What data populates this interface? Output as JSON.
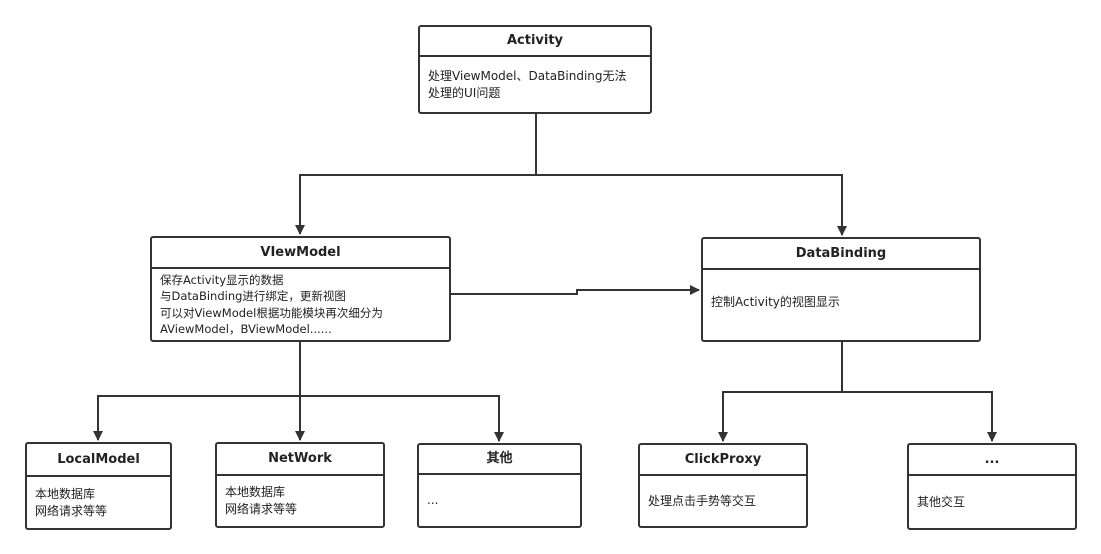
{
  "nodes": {
    "activity": {
      "title": "Activity",
      "lines": [
        "处理ViewModel、DataBinding无法",
        "处理的UI问题"
      ]
    },
    "viewmodel": {
      "title": "VIewModel",
      "lines": [
        "保存Activity显示的数据",
        "与DataBinding进行绑定，更新视图",
        "可以对ViewModel根据功能模块再次细分为",
        "AViewModel，BViewModel......"
      ]
    },
    "databinding": {
      "title": "DataBinding",
      "lines": [
        "控制Activity的视图显示"
      ]
    },
    "localmodel": {
      "title": "LocalModel",
      "lines": [
        "本地数据库",
        "网络请求等等"
      ]
    },
    "network": {
      "title": "NetWork",
      "lines": [
        "本地数据库",
        "网络请求等等"
      ]
    },
    "other": {
      "title": "其他",
      "lines": [
        "..."
      ]
    },
    "clickproxy": {
      "title": "ClickProxy",
      "lines": [
        "处理点击手势等交互"
      ]
    },
    "more": {
      "title": "...",
      "lines": [
        "其他交互"
      ]
    }
  },
  "edges": [
    {
      "from": "activity",
      "to": "viewmodel"
    },
    {
      "from": "activity",
      "to": "databinding"
    },
    {
      "from": "viewmodel",
      "to": "databinding"
    },
    {
      "from": "viewmodel",
      "to": "localmodel"
    },
    {
      "from": "viewmodel",
      "to": "network"
    },
    {
      "from": "viewmodel",
      "to": "other"
    },
    {
      "from": "databinding",
      "to": "clickproxy"
    },
    {
      "from": "databinding",
      "to": "more"
    }
  ],
  "colors": {
    "stroke": "#333333",
    "text": "#222222",
    "background": "#ffffff"
  }
}
